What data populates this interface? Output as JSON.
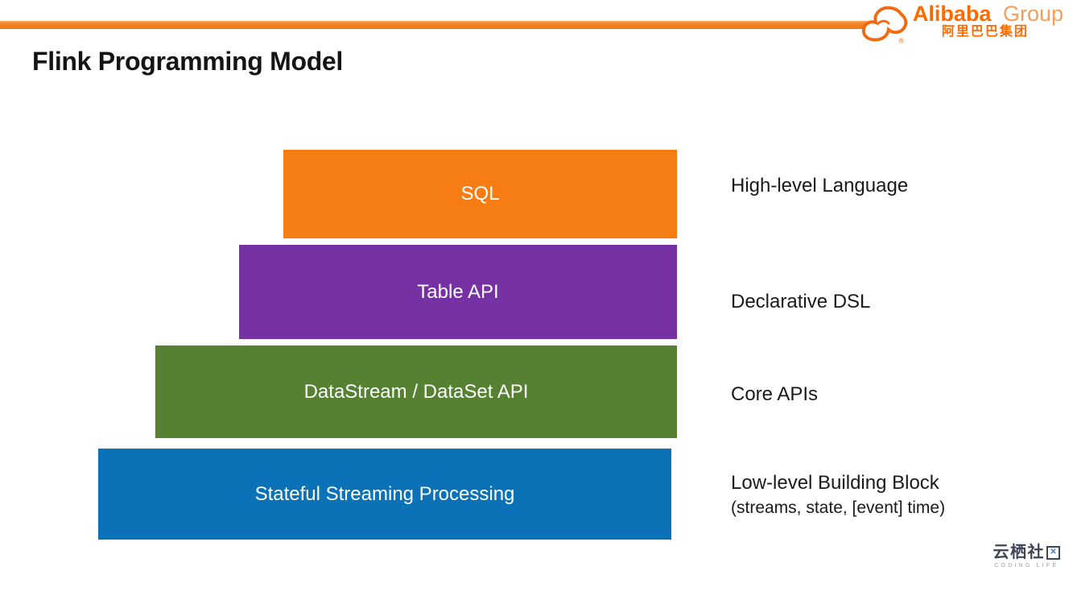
{
  "slide": {
    "title": "Flink Programming Model"
  },
  "brand": {
    "name": "Alibaba",
    "suffix": "Group",
    "chinese_name": "阿里巴巴集团",
    "registered": "®",
    "accent_color": "#FF6A00"
  },
  "diagram": {
    "layers": [
      {
        "label": "SQL",
        "annotation": "High-level Language",
        "color": "#F57D13"
      },
      {
        "label": "Table API",
        "annotation": "Declarative DSL",
        "color": "#7631A3"
      },
      {
        "label": "DataStream / DataSet API",
        "annotation": "Core APIs",
        "color": "#568132"
      },
      {
        "label": "Stateful Streaming Processing",
        "annotation": "Low-level Building Block",
        "annotation_detail": "(streams, state, [event] time)",
        "color": "#0B72B8"
      }
    ]
  },
  "footer": {
    "community_name_prefix": "云栖社",
    "community_name_last": "区",
    "community_tagline": "CODING LIFE"
  }
}
